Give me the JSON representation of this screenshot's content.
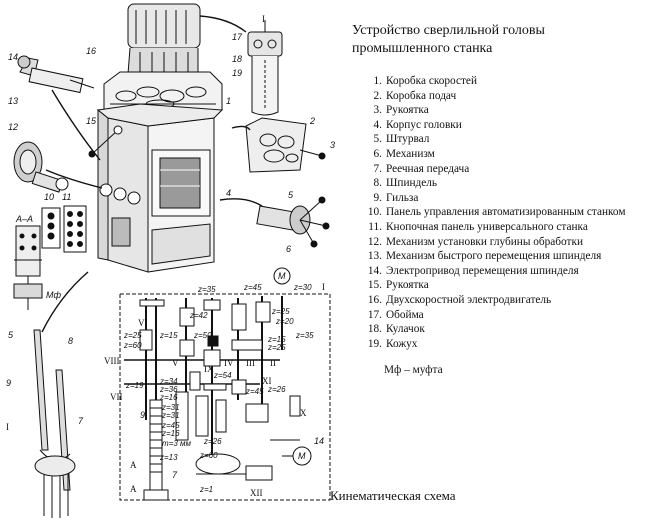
{
  "title_line1": "Устройство сверлильной головы",
  "title_line2": "промышленного станка",
  "legend_items": [
    {
      "num": "1.",
      "text": "Коробка скоростей"
    },
    {
      "num": "2.",
      "text": "Коробка подач"
    },
    {
      "num": "3.",
      "text": "Рукоятка"
    },
    {
      "num": "4.",
      "text": "Корпус головки"
    },
    {
      "num": "5.",
      "text": "Штурвал"
    },
    {
      "num": "6.",
      "text": "Механизм"
    },
    {
      "num": "7.",
      "text": "Реечная передача"
    },
    {
      "num": "8.",
      "text": "Шпиндель"
    },
    {
      "num": "9.",
      "text": "Гильза"
    },
    {
      "num": "10.",
      "text": "Панель управления автоматизированным станком"
    },
    {
      "num": "11.",
      "text": "Кнопочная панель универсального станка"
    },
    {
      "num": "12.",
      "text": "Механизм установки глубины обработки"
    },
    {
      "num": "13.",
      "text": "Механизм быстрого перемещения шпинделя"
    },
    {
      "num": "14.",
      "text": "Электропривод перемещения шпинделя"
    },
    {
      "num": "15.",
      "text": "Рукоятка"
    },
    {
      "num": "16.",
      "text": "Двухскоростной электродвигатель"
    },
    {
      "num": "17.",
      "text": "Обойма"
    },
    {
      "num": "18.",
      "text": "Кулачок"
    },
    {
      "num": "19.",
      "text": "Кожух"
    }
  ],
  "footnote": "Мф – муфта",
  "caption": "Кинематическая схема",
  "callouts": {
    "n1": "1",
    "n2": "2",
    "n3": "3",
    "n4": "4",
    "n5": "5",
    "n6": "6",
    "n7": "7",
    "n8": "8",
    "n9": "9",
    "n10": "10",
    "n11": "11",
    "n12": "12",
    "n13": "13",
    "n14": "14",
    "n15": "15",
    "n16": "16",
    "n17": "17",
    "n18": "18",
    "n19": "19",
    "sec_I": "I",
    "sec_AA": "А–А",
    "mf": "Мф",
    "motor": "M"
  },
  "kinematic": {
    "z35": "z=35",
    "z45": "z=45",
    "z30": "z=30",
    "z42": "z=42",
    "z25a": "z=25",
    "z20": "z=20",
    "z15": "z=15",
    "z25b": "z=25",
    "z60": "z=60",
    "z50": "z=50",
    "z35b": "z=35",
    "z15b": "z=15",
    "z25c": "z=25",
    "z19": "z=19",
    "z34": "z=34",
    "z54": "z=54",
    "z36": "z=36",
    "z16": "z=16",
    "z45b": "z=45",
    "z26": "z=26",
    "z31": "z=31",
    "z31b": "z=31",
    "z45c": "z=45",
    "z16b": "z=16",
    "m3": "m=3 мм",
    "z26b": "z=26",
    "z13": "z=13",
    "z60b": "z=60",
    "z1": "z=1",
    "VI": "VI",
    "VII": "VII",
    "VIII": "VIII",
    "V": "V",
    "IV": "IV",
    "III": "III",
    "II": "II",
    "IX": "IX",
    "XI": "XI",
    "XII": "XII",
    "X": "X",
    "I": "I",
    "A": "A"
  }
}
